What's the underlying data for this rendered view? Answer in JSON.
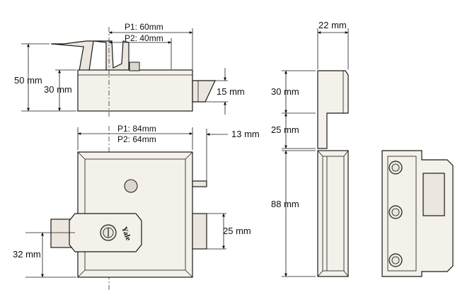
{
  "logo": "Yale",
  "top_view": {
    "p1": "P1: 60mm",
    "p2": "P2: 40mm",
    "height_total": "50 mm",
    "height_body": "30 mm",
    "bolt_height": "15 mm"
  },
  "front_view": {
    "p1": "P1: 84mm",
    "p2": "P2: 64mm",
    "offset": "13 mm",
    "bolt_width": "25 mm",
    "cylinder_offset": "32 mm"
  },
  "side_view": {
    "depth": "22 mm",
    "upper": "30 mm",
    "step": "25 mm",
    "height": "88 mm"
  }
}
